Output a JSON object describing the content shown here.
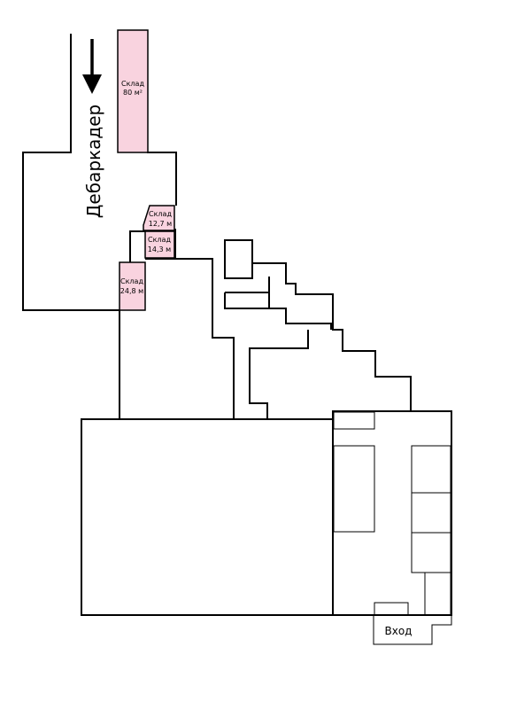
{
  "colors": {
    "warehouse_fill": "#f9d3df",
    "line": "#000000",
    "background": "#ffffff"
  },
  "plan": {
    "dock": {
      "label": "Дебаркадер",
      "arrow_icon": "arrow-down-icon"
    },
    "rooms": [
      {
        "name": "Склад",
        "area": "80 м²"
      },
      {
        "name": "Склад",
        "area": "12,7 м"
      },
      {
        "name": "Склад",
        "area": "14,3 м"
      },
      {
        "name": "Склад",
        "area": "24,8 м"
      }
    ],
    "entrance": {
      "label": "Вход"
    }
  }
}
